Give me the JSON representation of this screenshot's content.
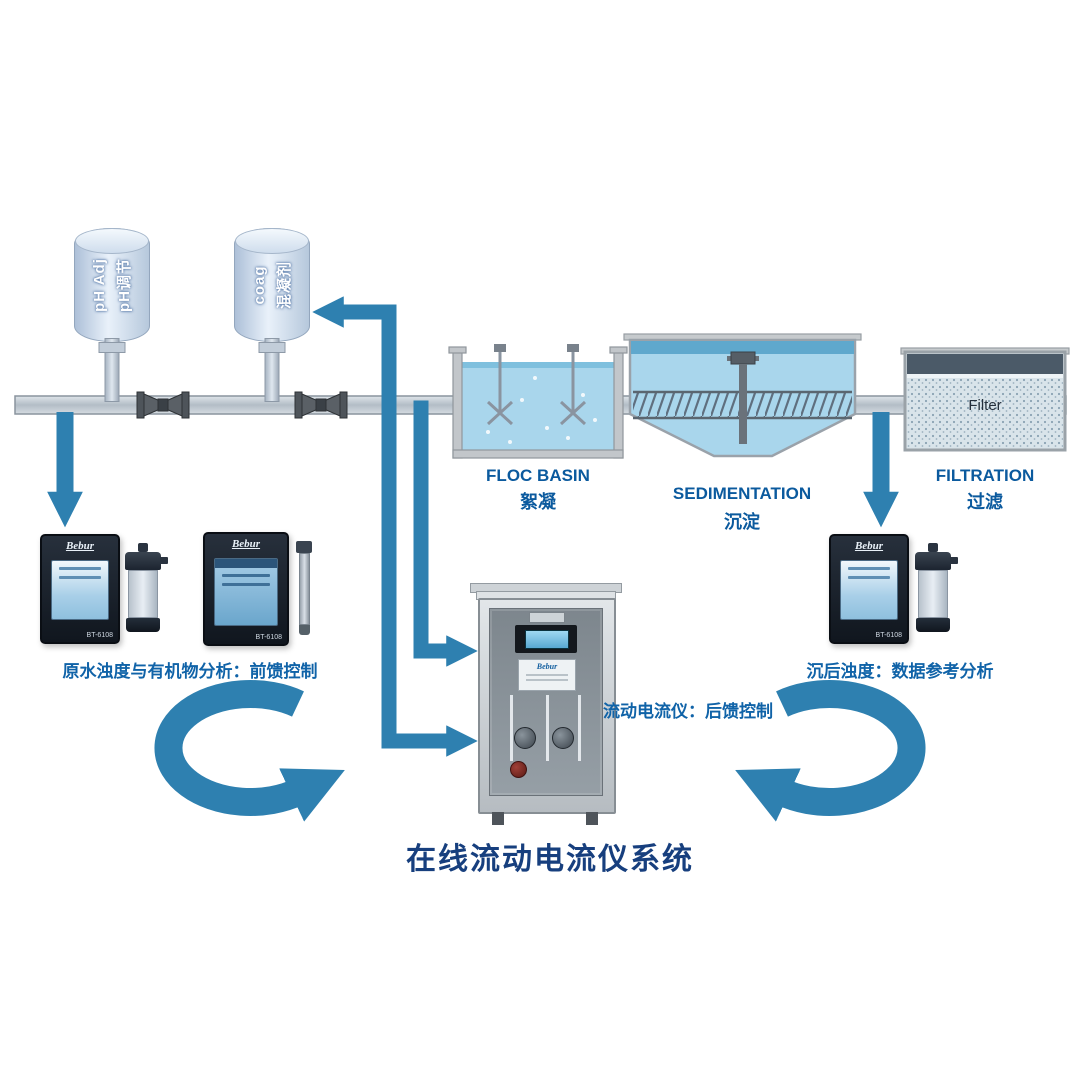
{
  "title": "在线流动电流仪系统",
  "tanks": {
    "ph": {
      "line1": "pH Adj",
      "line2": "pH调节"
    },
    "coag": {
      "line1": "coag",
      "line2": "混凝剂"
    }
  },
  "process_units": {
    "floc": {
      "en": "FLOC BASIN",
      "zh": "絮凝"
    },
    "sedimentation": {
      "en": "SEDIMENTATION",
      "zh": "沉淀"
    },
    "filtration": {
      "en": "FILTRATION",
      "zh": "过滤",
      "inner_label": "Filter"
    }
  },
  "analyzers": {
    "brand": "Bebur",
    "model": "BT-6108",
    "left_caption": "原水浊度与有机物分析：前馈控制",
    "center_caption": "流动电流仪：后馈控制",
    "right_caption": "沉后浊度：数据参考分析"
  },
  "colors": {
    "arrow_blue": "#2e80b0",
    "label_blue": "#0b5a9e",
    "title_blue": "#173f7e",
    "water_blue": "#a9d6ec"
  }
}
